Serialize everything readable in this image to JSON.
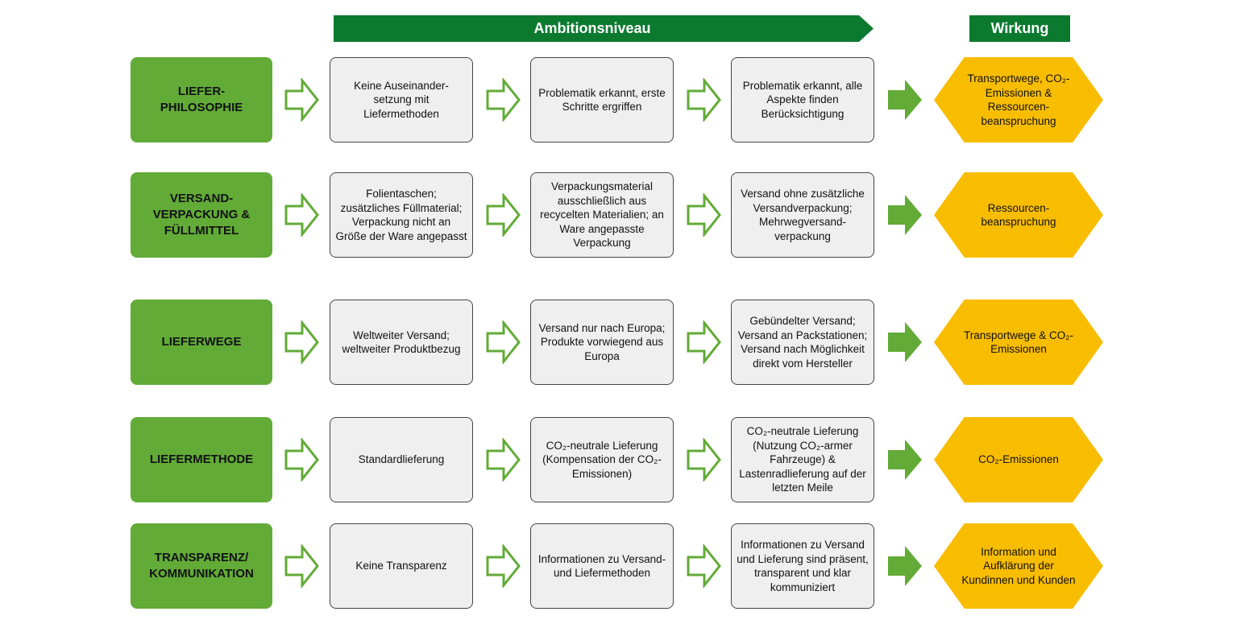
{
  "header": {
    "ambition_label": "Ambitionsniveau",
    "impact_label": "Wirkung"
  },
  "colors": {
    "header_green": "#0b7a2f",
    "category_green": "#62ab37",
    "arrow_green": "#62ab37",
    "impact_yellow": "#f9bd00",
    "box_gray": "#efefef"
  },
  "rows": [
    {
      "category": "LIEFER-\nPHILOSOPHIE",
      "levels": [
        "Keine Auseinander-setzung mit Liefermethoden",
        "Problematik erkannt, erste Schritte ergriffen",
        "Problematik erkannt, alle Aspekte finden Berücksichtigung"
      ],
      "impact": "Transportwege, CO₂-Emissionen & Ressourcen-beanspruchung"
    },
    {
      "category": "VERSAND-\nVERPACKUNG &\nFÜLLMITTEL",
      "levels": [
        "Folientaschen; zusätzliches Füllmaterial; Verpackung nicht an Größe der Ware angepasst",
        "Verpackungsmaterial ausschließlich aus recycelten Materialien; an Ware angepasste Verpackung",
        "Versand ohne zusätzliche Versandverpackung; Mehrwegversand-verpackung"
      ],
      "impact": "Ressourcen-beanspruchung"
    },
    {
      "category": "LIEFERWEGE",
      "levels": [
        "Weltweiter Versand; weltweiter Produktbezug",
        "Versand nur nach Europa; Produkte vorwiegend aus Europa",
        "Gebündelter Versand; Versand an Packstationen; Versand nach Möglichkeit direkt vom Hersteller"
      ],
      "impact": "Transportwege & CO₂-Emissionen"
    },
    {
      "category": "LIEFERMETHODE",
      "levels": [
        "Standardlieferung",
        "CO₂-neutrale Lieferung (Kompensation der CO₂-Emissionen)",
        "CO₂-neutrale Lieferung (Nutzung CO₂-armer Fahrzeuge) & Lastenradlieferung auf der letzten Meile"
      ],
      "impact": "CO₂-Emissionen"
    },
    {
      "category": "TRANSPARENZ/\nKOMMUNIKATION",
      "levels": [
        "Keine Transparenz",
        "Informationen zu Versand- und Liefermethoden",
        "Informationen zu Versand und Lieferung sind präsent, transparent und klar kommuniziert"
      ],
      "impact": "Information und Aufklärung der Kundinnen und Kunden"
    }
  ]
}
